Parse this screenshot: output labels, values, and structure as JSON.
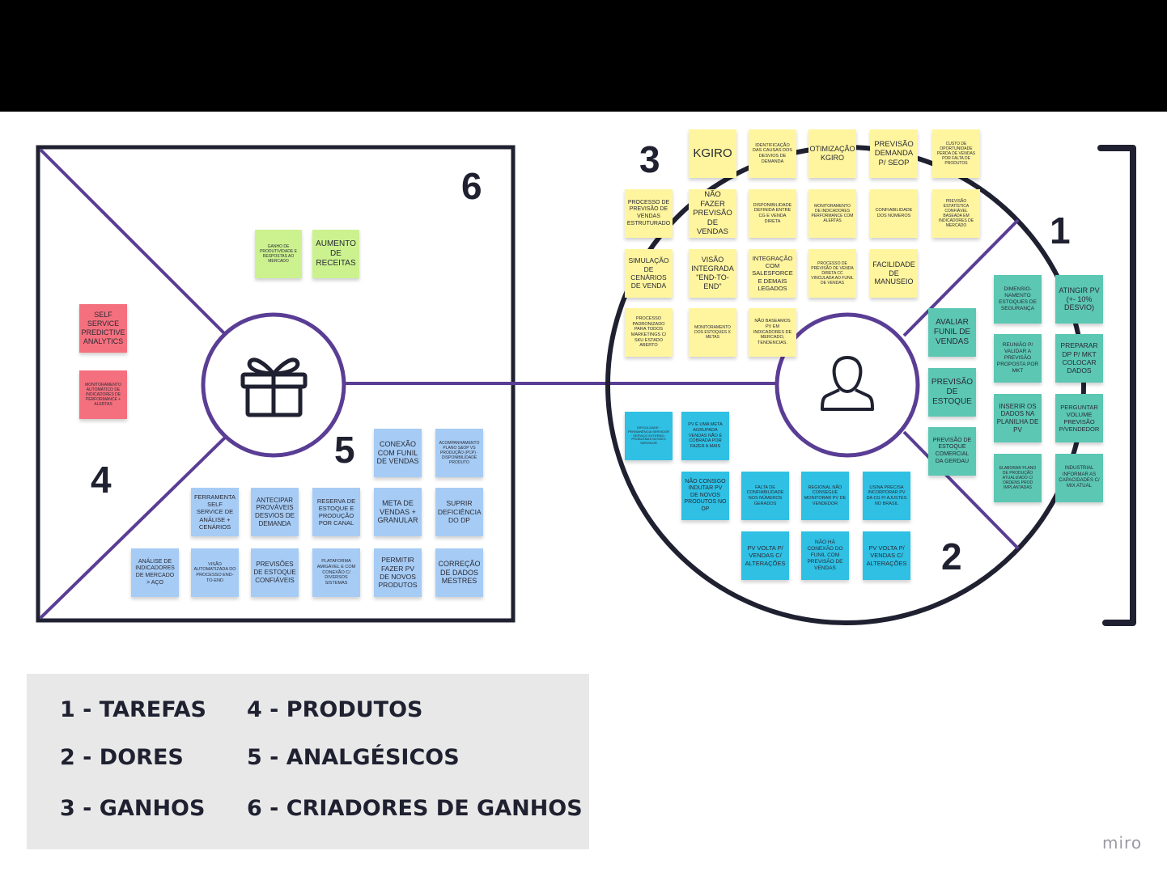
{
  "colors": {
    "yellow": "#fff59e",
    "green": "#ccf28f",
    "red": "#f5707e",
    "blue": "#a6ccf5",
    "cyan": "#2fc0e4",
    "teal": "#5cc7b3",
    "frame": "#1f2131",
    "accent": "#5a3d94"
  },
  "icons": {
    "product": "gift-icon",
    "customer": "user-icon"
  },
  "section_numbers": {
    "n1": "1",
    "n2": "2",
    "n3": "3",
    "n4": "4",
    "n5": "5",
    "n6": "6"
  },
  "gain_creators": [
    "GANHO DE PRODUTIVIDADE E RESPOSTAS AO MERCADO",
    "AUMENTO DE RECEITAS"
  ],
  "products": [
    "SELF SERVICE PREDICTIVE ANALYTICS",
    "MONITORAMENTO AUTOMÁTICO DE INDICADORES DE PERFORMANCE + ALERTAS"
  ],
  "pain_relievers": [
    "CONEXÃO COM FUNIL DE VENDAS",
    "ACOMPANHAMENTO PLANO S&OP VS PRODUÇÃO (PCP) · DISPONIBILIDADE PRODUTO",
    "FERRAMENTA SELF SERVICE DE ANÁLISE + CENÁRIOS",
    "ANTECIPAR PROVÁVEIS DESVIOS DE DEMANDA",
    "RESERVA DE ESTOQUE E PRODUÇÃO POR CANAL",
    "META DE VENDAS + GRANULAR",
    "SUPRIR DEFICIÊNCIA DO DP",
    "ANÁLISE DE INDICADORES DE MERCADO > AÇO",
    "VISÃO AUTOMATIZADA DO PROCESSO END-TO-END",
    "PREVISÕES DE ESTOQUE CONFIÁVEIS",
    "PLATAFORMA AMIGÁVEL E COM CONEXÃO C/ DIVERSOS SISTEMAS",
    "PERMITIR FAZER PV DE NOVOS PRODUTOS",
    "CORREÇÃO DE DADOS MESTRES"
  ],
  "gains": [
    "KGIRO",
    "IDENTIFICAÇÃO DAS CAUSAS DOS DESVIOS DE DEMANDA",
    "OTIMIZAÇÃO KGIRO",
    "PREVISÃO DEMANDA P/ SEOP",
    "CUSTO DE OPORTUNIDADE PERDA DE VENDAS POR FALTA DE PRODUTOS",
    "PROCESSO DE PREVISÃO DE VENDAS ESTRUTURADO",
    "NÃO FAZER PREVISÃO DE VENDAS",
    "DISPONIBILIDADE DEFINIDA ENTRE CG E VENDA DIRETA",
    "MONITORAMENTO DE INDICADORES PERFORMANCE COM ALERTAS",
    "CONFIABILIDADE DOS NÚMEROS",
    "PREVISÃO ESTATÍSTICA CONFIÁVEL BASEADA EM INDICADORES DE MERCADO",
    "SIMULAÇÃO DE CENÁRIOS DE VENDA",
    "VISÃO INTEGRADA \"END-TO-END\"",
    "INTEGRAÇÃO COM SALESFORCE E DEMAIS LEGADOS",
    "PROCESSO DE PREVISÃO DE VENDA DIRETA CC VINCULADA AO FUNIL DE VENDAS",
    "FACILIDADE DE MANUSEIO",
    "PROCESSO PADRONIZADO PARA TODOS MARKETINGS C/ SKU ESTADO ABERTO",
    "MONITORAMENTO DOS ESTOQUES X METAS",
    "NÃO BASEAMOS PV EM INDICADORES DE MERCADO, TENDENCIAS."
  ],
  "jobs": [
    "AVALIAR FUNIL DE VENDAS",
    "PREVISÃO DE ESTOQUE",
    "PREVISÃO DE ESTOQUE COMERCIAL DA GERDAU",
    "DIMENSIO-NAMENTO ESTOQUES DE SEGURANÇA",
    "ATINGIR PV (+- 10% DESVIO)",
    "REUNIÃO P/ VALIDAR A PREVISÃO PROPOSTA POR MKT",
    "PREPARAR DP P/ MKT COLOCAR DADOS",
    "INSERIR OS DADOS NA PLANILHA DE PV",
    "PERGUNTAR VOLUME PREVISÃO P/VENDEDOR",
    "ELABORAR PLANO DE PRODUÇÃO ATUALIZADO C/ ORDENS PROD IMPLANTADAS",
    "INDUSTRIAL INFORMAR AS CAPACIDADES C/ MIX ATUAL"
  ],
  "pains": [
    "DIFICULDADE · PERMANÊNCIA SERVIDOR · SERVIÇO EXTERNO · PROBLEMAS DESSES SERVIDOR",
    "PV É UMA META AGRUPADA VENDAS NÃO É COBRADA POR FAZER A MAIS",
    "NÃO CONSIGO INDUTAR PV DE NOVOS PRODUTOS NO DP",
    "FALTA DE CONFIABILIDADE NOS NÚMEROS GERADOS",
    "REGIONAL NÃO CONSEGUE MONITORAR PV DE VENDEDOR",
    "USINA PRECISA INCORPORAR PV DA CG P/ AJUSTES NO BRASIL",
    "PV VOLTA P/ VENDAS C/ ALTERAÇÕES",
    "NÃO HÁ CONEXÃO DO FUNIL COM PREVISÃO DE VENDAS",
    "PV VOLTA P/ VENDAS C/ ALTERAÇÕES"
  ],
  "legend": [
    "1 - TAREFAS",
    "2 - DORES",
    "3 - GANHOS",
    "4 - PRODUTOS",
    "5 - ANALGÉSICOS",
    "6 - CRIADORES DE GANHOS"
  ],
  "brand": "miro"
}
